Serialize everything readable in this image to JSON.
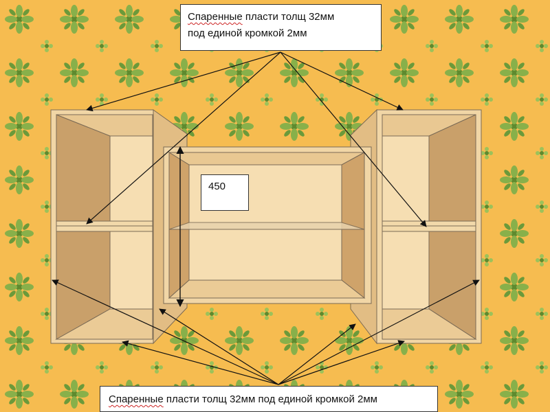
{
  "labels": {
    "top_line1_word1": "Спаренные",
    "top_line1_rest": " пласти толщ 32мм",
    "top_line2": "под единой кромкой 2мм",
    "bottom_word1": "Спаренные",
    "bottom_rest": " пласти толщ 32мм под единой кромкой 2мм",
    "dimension": "450"
  },
  "colors": {
    "wallpaper": "#f6bc50",
    "wallpaper_motif": "#88b04a",
    "wood_light": "#f3d8aa",
    "wood_mid": "#e8c48a",
    "wood_dark": "#cfa36a",
    "outline": "#7a6a55",
    "arrow": "#111111"
  }
}
